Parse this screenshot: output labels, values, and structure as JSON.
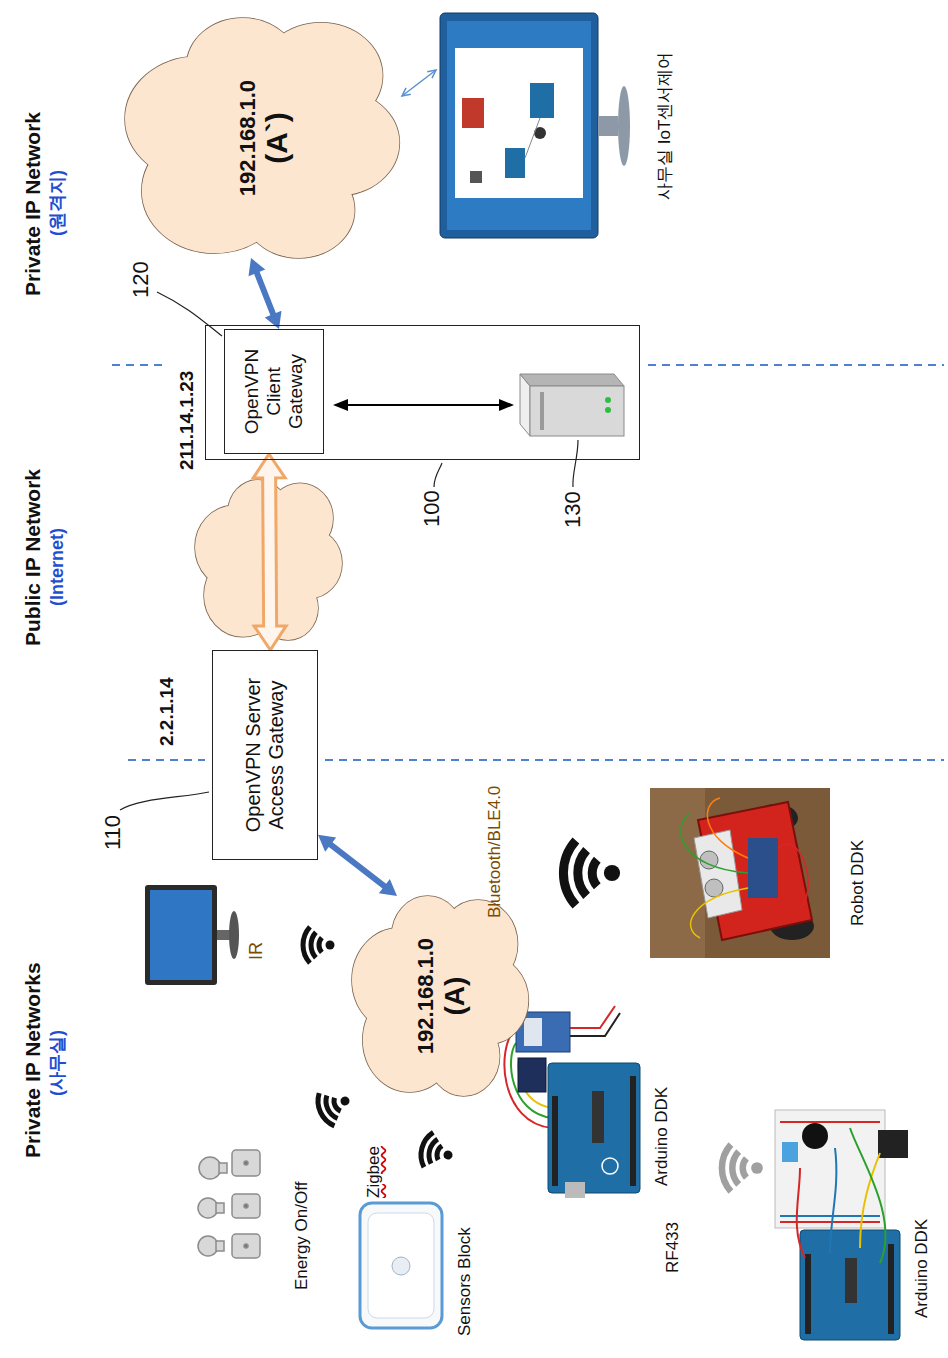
{
  "diagram": {
    "nodes": [
      {
        "text": [
          "192.168.1.0",
          "(A)"
        ]
      },
      {
        "text": [
          "OpenVPN Server Access Gateway"
        ]
      },
      {
        "text": [
          "100"
        ]
      },
      {
        "text": [
          "OpenVPN Client Gateway"
        ],
        "in": 2
      },
      {
        "text": [
          "192.168.1.0",
          "(A`)"
        ]
      }
    ],
    "edges": [
      {
        "from": 0,
        "to": 1,
        "arrow": "both"
      },
      {
        "from": 1,
        "to": 3,
        "arrow": "both"
      },
      {
        "from": 3,
        "to": 4,
        "arrow": "both"
      }
    ],
    "labels": [
      "Private IP Networks",
      "(사무실)",
      "Public IP Network",
      "(Internet)",
      "Private IP Network",
      "(원격지)",
      "2.2.1.14",
      "211.14.1.23",
      "110",
      "120",
      "130",
      "IR",
      "Energy On/Off",
      "Zigbee",
      "Sensors Block",
      "Bluetooth/BLE4.0",
      "Robot DDK",
      "Arduino DDK",
      "RF433",
      "Arduino DDK",
      "사무실 IoT센서제어"
    ]
  }
}
